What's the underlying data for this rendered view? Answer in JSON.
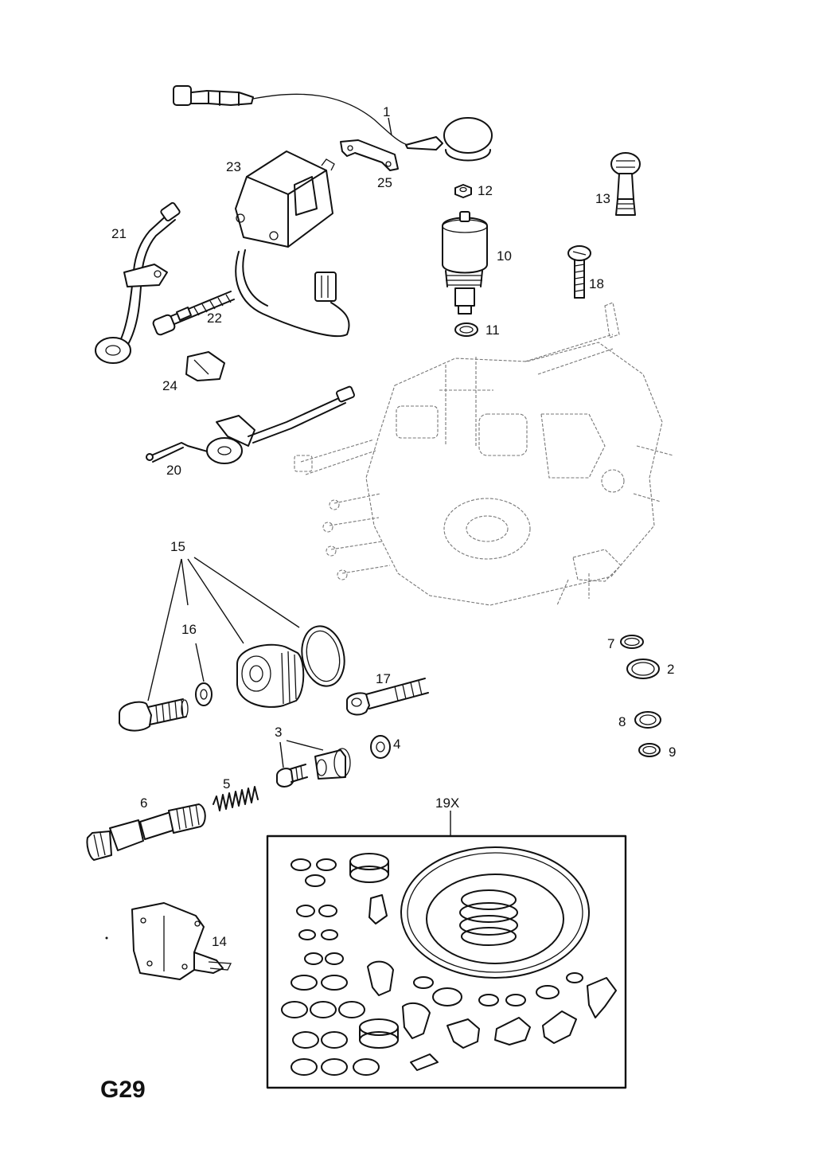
{
  "page": {
    "code": "G29"
  },
  "callouts": {
    "c1": "1",
    "c2": "2",
    "c3": "3",
    "c4": "4",
    "c5": "5",
    "c6": "6",
    "c7": "7",
    "c8": "8",
    "c9": "9",
    "c10": "10",
    "c11": "11",
    "c12": "12",
    "c13": "13",
    "c14": "14",
    "c15": "15",
    "c16": "16",
    "c17": "17",
    "c18": "18",
    "c19x": "19X",
    "c20": "20",
    "c21": "21",
    "c22": "22",
    "c23": "23",
    "c24": "24",
    "c25": "25"
  },
  "icons": {
    "pump_body": "injection-pump-icon",
    "kit_box": "seal-kit-icon"
  }
}
